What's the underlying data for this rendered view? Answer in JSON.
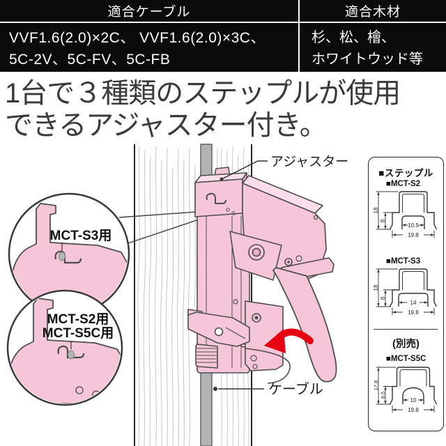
{
  "table": {
    "headers": [
      "適合ケーブル",
      "適合木材"
    ],
    "cable_lines": [
      "VVF1.6(2.0)×2C、 VVF1.6(2.0)×3C、",
      "5C-2V、5C-FV、5C-FB"
    ],
    "wood_lines": [
      "杉、松、檜、",
      "ホワイトウッド等"
    ]
  },
  "headline": {
    "line1": "1台で３種類のステップルが使用",
    "line2": "できるアジャスター付き。"
  },
  "illustration": {
    "labels": {
      "adjuster": "アジャスター",
      "cable": "ケーブル",
      "callout_top": "MCT-S3用",
      "callout_bottom1": "MCT-S2用",
      "callout_bottom2": "MCT-S5C用"
    }
  },
  "panel": {
    "title": "■ステップル",
    "sold_separately": "(別売)",
    "staples": [
      {
        "name": "■MCT-S2",
        "height": "18",
        "base_height": "8",
        "inner_width": "10.5",
        "outer_width": "19.8"
      },
      {
        "name": "■MCT-S3",
        "height": "18",
        "base_height": "8",
        "inner_width": "14",
        "outer_width": "19.8"
      },
      {
        "name": "■MCT-S5C",
        "height": "17.8",
        "base_height": "8.5",
        "inner_width": "10",
        "outer_width": "19.8"
      }
    ]
  },
  "colors": {
    "table_bg": "#0b0b0b",
    "tool_pink": "#f5c6d8",
    "tool_pink_light": "#fbdde9",
    "tool_pink_dark": "#eeafcb",
    "outline": "#4d4d4d",
    "arrow_red": "#e60012",
    "cable_gray": "#b4b4b4"
  }
}
